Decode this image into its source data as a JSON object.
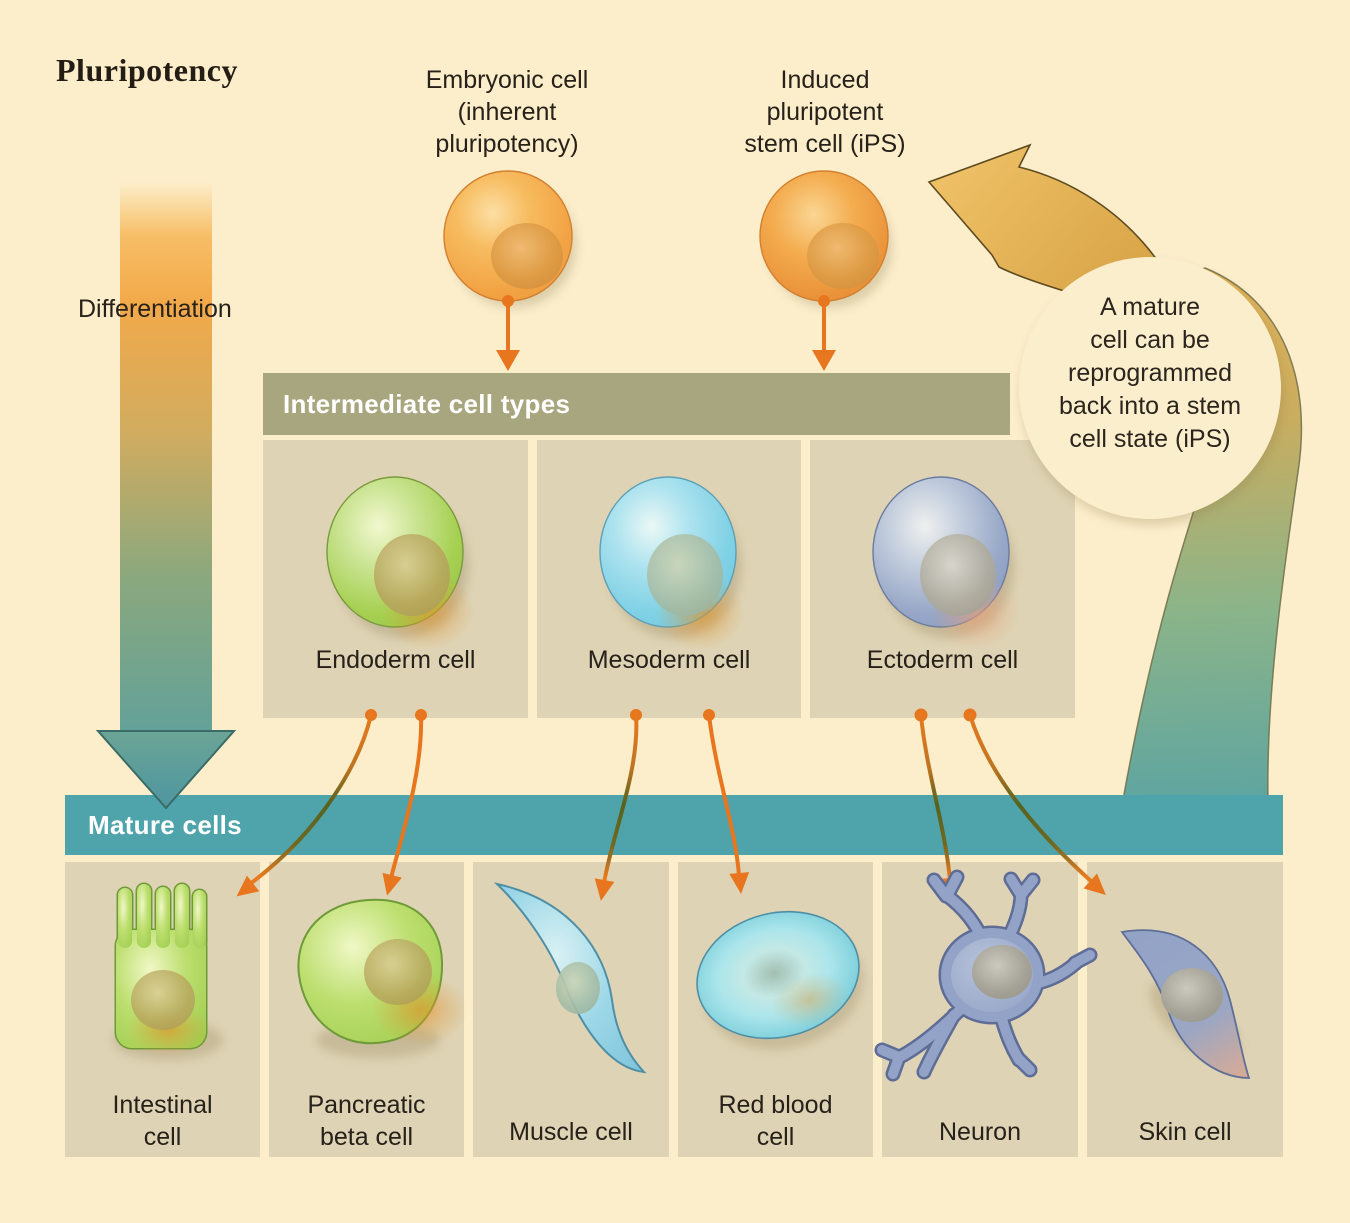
{
  "title": "Pluripotency",
  "differentiation_label": "Differentiation",
  "top_cells": {
    "embryonic": {
      "label_lines": [
        "Embryonic cell",
        "(inherent",
        "pluripotency)"
      ]
    },
    "ips": {
      "label_lines": [
        "Induced",
        "pluripotent",
        "stem cell (iPS)"
      ]
    }
  },
  "callout": {
    "lines": [
      "A mature",
      "cell can be",
      "reprogrammed",
      "back into a stem",
      "cell state (iPS)"
    ]
  },
  "intermediate": {
    "header": "Intermediate cell types",
    "cells": [
      {
        "label": "Endoderm cell"
      },
      {
        "label": "Mesoderm cell"
      },
      {
        "label": "Ectoderm cell"
      }
    ]
  },
  "mature": {
    "header": "Mature cells",
    "cells": [
      {
        "label_lines": [
          "Intestinal",
          "cell"
        ]
      },
      {
        "label_lines": [
          "Pancreatic",
          "beta cell"
        ]
      },
      {
        "label_lines": [
          "Muscle cell"
        ]
      },
      {
        "label_lines": [
          "Red blood",
          "cell"
        ]
      },
      {
        "label_lines": [
          "Neuron"
        ]
      },
      {
        "label_lines": [
          "Skin cell"
        ]
      }
    ]
  },
  "colors": {
    "background": "#FCEECB",
    "panel": "#DED3B4",
    "intermediate_bar": "#A7A67E",
    "mature_bar": "#4FA3AB",
    "arrow_orange": "#E8761E",
    "arrow_dark_green": "#55631F",
    "gold_arrow": "#E5B254",
    "teal_arrow": "#5C9D9C",
    "text": "#27211A"
  }
}
